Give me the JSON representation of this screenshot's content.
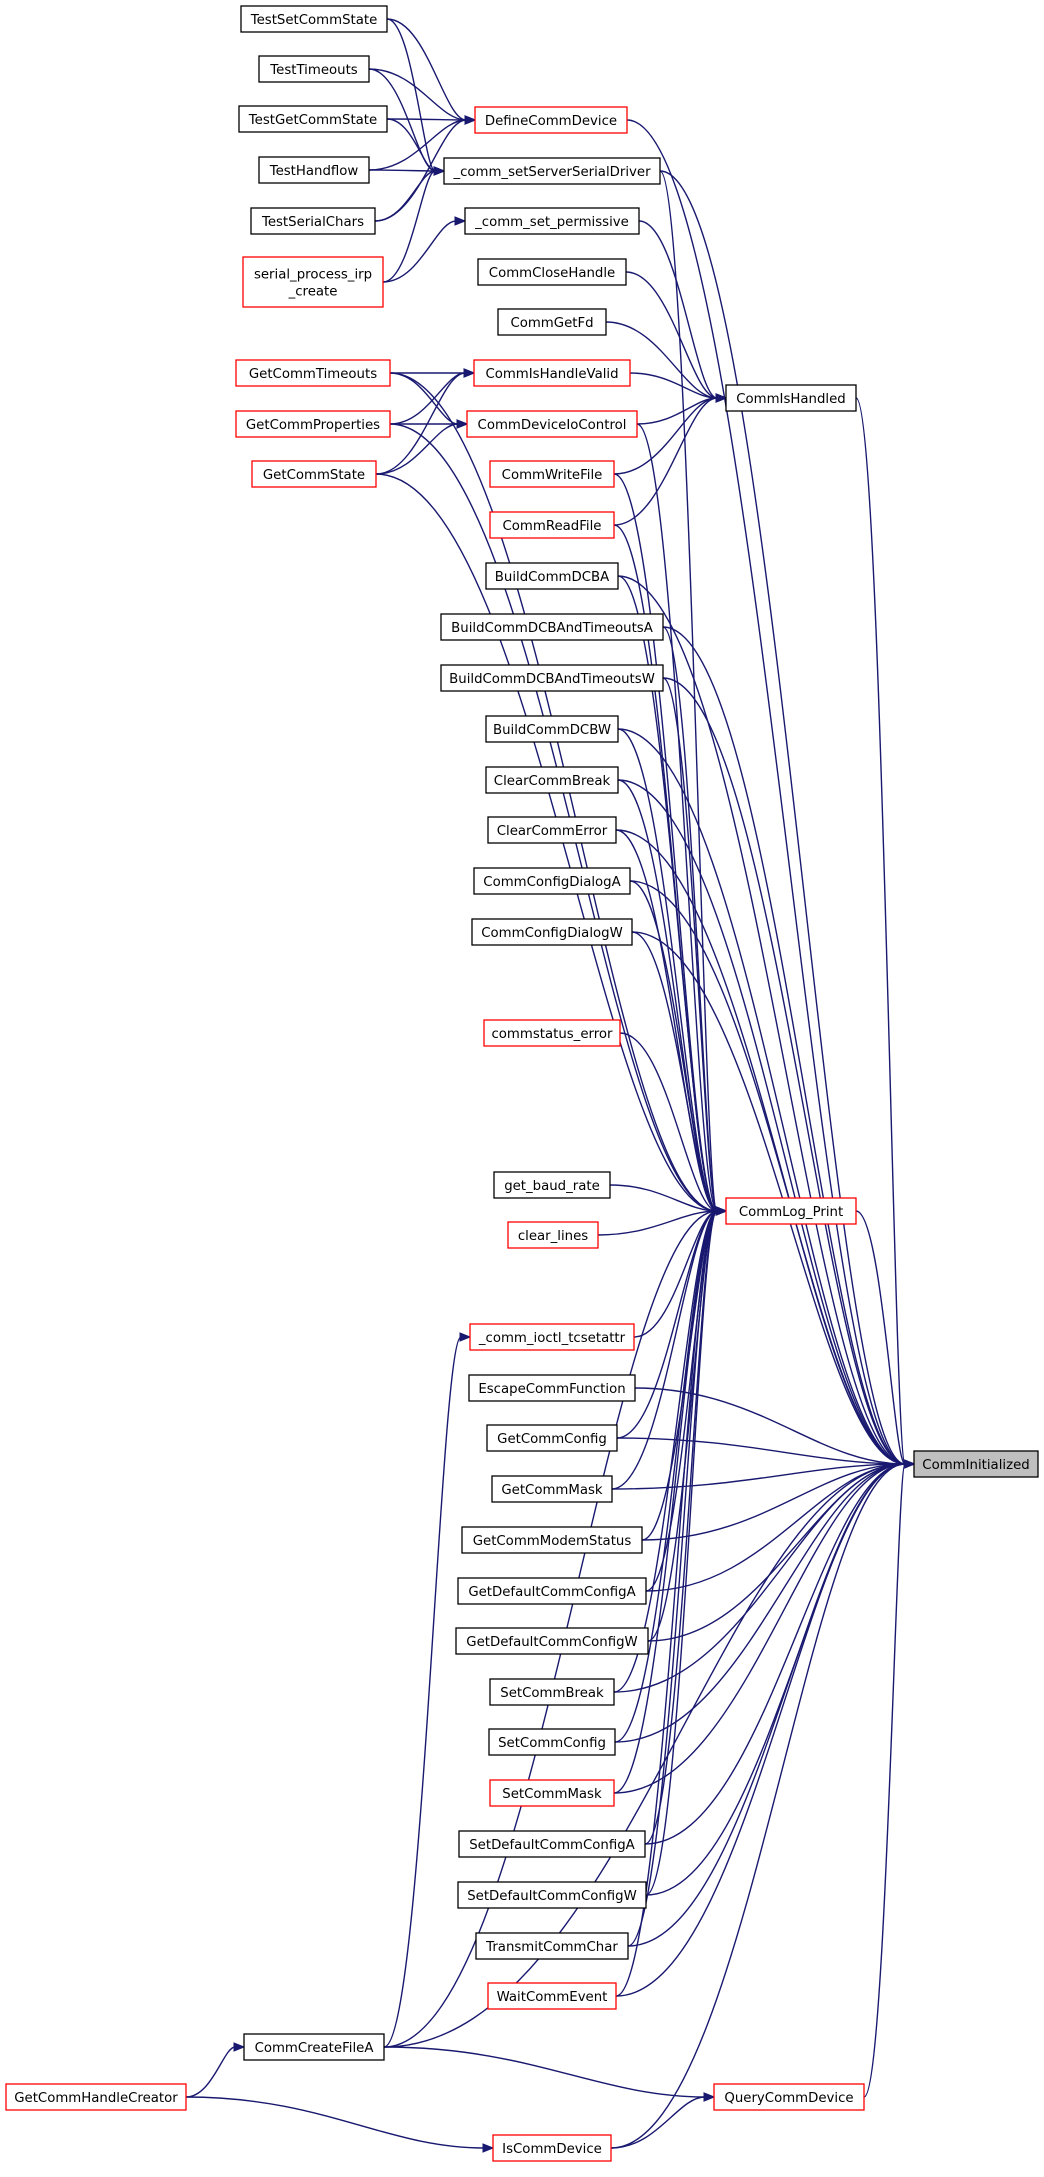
{
  "graph": {
    "colors": {
      "edge": "#191970",
      "border_default": "#000000",
      "border_truncated": "#ff0000",
      "fill_default": "#ffffff",
      "fill_focus": "#bfbfbf"
    },
    "nodes": [
      {
        "id": "TestSetCommState",
        "lines": [
          "TestSetCommState"
        ],
        "style": "black"
      },
      {
        "id": "TestTimeouts",
        "lines": [
          "TestTimeouts"
        ],
        "style": "black"
      },
      {
        "id": "TestGetCommState",
        "lines": [
          "TestGetCommState"
        ],
        "style": "black"
      },
      {
        "id": "TestHandflow",
        "lines": [
          "TestHandflow"
        ],
        "style": "black"
      },
      {
        "id": "TestSerialChars",
        "lines": [
          "TestSerialChars"
        ],
        "style": "black"
      },
      {
        "id": "serial_process_irp_create",
        "lines": [
          "serial_process_irp",
          "_create"
        ],
        "style": "red"
      },
      {
        "id": "DefineCommDevice",
        "lines": [
          "DefineCommDevice"
        ],
        "style": "red"
      },
      {
        "id": "_comm_setServerSerialDriver",
        "lines": [
          "_comm_setServerSerialDriver"
        ],
        "style": "black"
      },
      {
        "id": "_comm_set_permissive",
        "lines": [
          "_comm_set_permissive"
        ],
        "style": "black"
      },
      {
        "id": "CommCloseHandle",
        "lines": [
          "CommCloseHandle"
        ],
        "style": "black"
      },
      {
        "id": "CommGetFd",
        "lines": [
          "CommGetFd"
        ],
        "style": "black"
      },
      {
        "id": "GetCommTimeouts",
        "lines": [
          "GetCommTimeouts"
        ],
        "style": "red"
      },
      {
        "id": "GetCommProperties",
        "lines": [
          "GetCommProperties"
        ],
        "style": "red"
      },
      {
        "id": "GetCommState",
        "lines": [
          "GetCommState"
        ],
        "style": "red"
      },
      {
        "id": "CommIsHandleValid",
        "lines": [
          "CommIsHandleValid"
        ],
        "style": "red"
      },
      {
        "id": "CommDeviceIoControl",
        "lines": [
          "CommDeviceIoControl"
        ],
        "style": "red"
      },
      {
        "id": "CommWriteFile",
        "lines": [
          "CommWriteFile"
        ],
        "style": "red"
      },
      {
        "id": "CommReadFile",
        "lines": [
          "CommReadFile"
        ],
        "style": "red"
      },
      {
        "id": "CommIsHandled",
        "lines": [
          "CommIsHandled"
        ],
        "style": "black"
      },
      {
        "id": "BuildCommDCBA",
        "lines": [
          "BuildCommDCBA"
        ],
        "style": "black"
      },
      {
        "id": "BuildCommDCBAndTimeoutsA",
        "lines": [
          "BuildCommDCBAndTimeoutsA"
        ],
        "style": "black"
      },
      {
        "id": "BuildCommDCBAndTimeoutsW",
        "lines": [
          "BuildCommDCBAndTimeoutsW"
        ],
        "style": "black"
      },
      {
        "id": "BuildCommDCBW",
        "lines": [
          "BuildCommDCBW"
        ],
        "style": "black"
      },
      {
        "id": "ClearCommBreak",
        "lines": [
          "ClearCommBreak"
        ],
        "style": "black"
      },
      {
        "id": "ClearCommError",
        "lines": [
          "ClearCommError"
        ],
        "style": "black"
      },
      {
        "id": "CommConfigDialogA",
        "lines": [
          "CommConfigDialogA"
        ],
        "style": "black"
      },
      {
        "id": "CommConfigDialogW",
        "lines": [
          "CommConfigDialogW"
        ],
        "style": "black"
      },
      {
        "id": "commstatus_error",
        "lines": [
          "commstatus_error"
        ],
        "style": "red"
      },
      {
        "id": "get_baud_rate",
        "lines": [
          "get_baud_rate"
        ],
        "style": "black"
      },
      {
        "id": "clear_lines",
        "lines": [
          "clear_lines"
        ],
        "style": "red"
      },
      {
        "id": "CommLog_Print",
        "lines": [
          "CommLog_Print"
        ],
        "style": "red"
      },
      {
        "id": "_comm_ioctl_tcsetattr",
        "lines": [
          "_comm_ioctl_tcsetattr"
        ],
        "style": "red"
      },
      {
        "id": "EscapeCommFunction",
        "lines": [
          "EscapeCommFunction"
        ],
        "style": "black"
      },
      {
        "id": "GetCommConfig",
        "lines": [
          "GetCommConfig"
        ],
        "style": "black"
      },
      {
        "id": "GetCommMask",
        "lines": [
          "GetCommMask"
        ],
        "style": "black"
      },
      {
        "id": "GetCommModemStatus",
        "lines": [
          "GetCommModemStatus"
        ],
        "style": "black"
      },
      {
        "id": "GetDefaultCommConfigA",
        "lines": [
          "GetDefaultCommConfigA"
        ],
        "style": "black"
      },
      {
        "id": "GetDefaultCommConfigW",
        "lines": [
          "GetDefaultCommConfigW"
        ],
        "style": "black"
      },
      {
        "id": "SetCommBreak",
        "lines": [
          "SetCommBreak"
        ],
        "style": "black"
      },
      {
        "id": "SetCommConfig",
        "lines": [
          "SetCommConfig"
        ],
        "style": "black"
      },
      {
        "id": "SetCommMask",
        "lines": [
          "SetCommMask"
        ],
        "style": "red"
      },
      {
        "id": "SetDefaultCommConfigA",
        "lines": [
          "SetDefaultCommConfigA"
        ],
        "style": "black"
      },
      {
        "id": "SetDefaultCommConfigW",
        "lines": [
          "SetDefaultCommConfigW"
        ],
        "style": "black"
      },
      {
        "id": "TransmitCommChar",
        "lines": [
          "TransmitCommChar"
        ],
        "style": "black"
      },
      {
        "id": "WaitCommEvent",
        "lines": [
          "WaitCommEvent"
        ],
        "style": "red"
      },
      {
        "id": "CommCreateFileA",
        "lines": [
          "CommCreateFileA"
        ],
        "style": "black"
      },
      {
        "id": "GetCommHandleCreator",
        "lines": [
          "GetCommHandleCreator"
        ],
        "style": "red"
      },
      {
        "id": "QueryCommDevice",
        "lines": [
          "QueryCommDevice"
        ],
        "style": "red"
      },
      {
        "id": "IsCommDevice",
        "lines": [
          "IsCommDevice"
        ],
        "style": "red"
      },
      {
        "id": "CommInitialized",
        "lines": [
          "CommInitialized"
        ],
        "style": "focus"
      }
    ],
    "edges": [
      [
        "TestSetCommState",
        "DefineCommDevice"
      ],
      [
        "TestTimeouts",
        "DefineCommDevice"
      ],
      [
        "TestGetCommState",
        "DefineCommDevice"
      ],
      [
        "TestHandflow",
        "DefineCommDevice"
      ],
      [
        "TestSerialChars",
        "DefineCommDevice"
      ],
      [
        "TestSetCommState",
        "_comm_setServerSerialDriver"
      ],
      [
        "TestTimeouts",
        "_comm_setServerSerialDriver"
      ],
      [
        "TestGetCommState",
        "_comm_setServerSerialDriver"
      ],
      [
        "TestHandflow",
        "_comm_setServerSerialDriver"
      ],
      [
        "TestSerialChars",
        "_comm_setServerSerialDriver"
      ],
      [
        "serial_process_irp_create",
        "_comm_setServerSerialDriver"
      ],
      [
        "serial_process_irp_create",
        "_comm_set_permissive"
      ],
      [
        "GetCommTimeouts",
        "CommIsHandleValid"
      ],
      [
        "GetCommProperties",
        "CommIsHandleValid"
      ],
      [
        "GetCommState",
        "CommIsHandleValid"
      ],
      [
        "GetCommTimeouts",
        "CommDeviceIoControl"
      ],
      [
        "GetCommProperties",
        "CommDeviceIoControl"
      ],
      [
        "GetCommState",
        "CommDeviceIoControl"
      ],
      [
        "_comm_set_permissive",
        "CommIsHandled"
      ],
      [
        "CommCloseHandle",
        "CommIsHandled"
      ],
      [
        "CommGetFd",
        "CommIsHandled"
      ],
      [
        "CommIsHandleValid",
        "CommIsHandled"
      ],
      [
        "CommDeviceIoControl",
        "CommIsHandled"
      ],
      [
        "CommWriteFile",
        "CommIsHandled"
      ],
      [
        "CommReadFile",
        "CommIsHandled"
      ],
      [
        "_comm_setServerSerialDriver",
        "CommLog_Print"
      ],
      [
        "CommDeviceIoControl",
        "CommLog_Print"
      ],
      [
        "CommWriteFile",
        "CommLog_Print"
      ],
      [
        "CommReadFile",
        "CommLog_Print"
      ],
      [
        "BuildCommDCBA",
        "CommLog_Print"
      ],
      [
        "BuildCommDCBAndTimeoutsA",
        "CommLog_Print"
      ],
      [
        "BuildCommDCBAndTimeoutsW",
        "CommLog_Print"
      ],
      [
        "BuildCommDCBW",
        "CommLog_Print"
      ],
      [
        "ClearCommBreak",
        "CommLog_Print"
      ],
      [
        "ClearCommError",
        "CommLog_Print"
      ],
      [
        "CommConfigDialogA",
        "CommLog_Print"
      ],
      [
        "CommConfigDialogW",
        "CommLog_Print"
      ],
      [
        "commstatus_error",
        "CommLog_Print"
      ],
      [
        "GetCommTimeouts",
        "CommLog_Print"
      ],
      [
        "GetCommProperties",
        "CommLog_Print"
      ],
      [
        "GetCommState",
        "CommLog_Print"
      ],
      [
        "get_baud_rate",
        "CommLog_Print"
      ],
      [
        "clear_lines",
        "CommLog_Print"
      ],
      [
        "_comm_ioctl_tcsetattr",
        "CommLog_Print"
      ],
      [
        "CommCreateFileA",
        "CommLog_Print"
      ],
      [
        "GetCommConfig",
        "CommLog_Print"
      ],
      [
        "GetCommMask",
        "CommLog_Print"
      ],
      [
        "GetCommModemStatus",
        "CommLog_Print"
      ],
      [
        "GetDefaultCommConfigA",
        "CommLog_Print"
      ],
      [
        "GetDefaultCommConfigW",
        "CommLog_Print"
      ],
      [
        "SetCommBreak",
        "CommLog_Print"
      ],
      [
        "SetCommConfig",
        "CommLog_Print"
      ],
      [
        "SetCommMask",
        "CommLog_Print"
      ],
      [
        "SetDefaultCommConfigA",
        "CommLog_Print"
      ],
      [
        "SetDefaultCommConfigW",
        "CommLog_Print"
      ],
      [
        "TransmitCommChar",
        "CommLog_Print"
      ],
      [
        "WaitCommEvent",
        "CommLog_Print"
      ],
      [
        "CommCreateFileA",
        "_comm_ioctl_tcsetattr"
      ],
      [
        "GetCommHandleCreator",
        "CommCreateFileA"
      ],
      [
        "GetCommHandleCreator",
        "IsCommDevice"
      ],
      [
        "CommCreateFileA",
        "QueryCommDevice"
      ],
      [
        "IsCommDevice",
        "QueryCommDevice"
      ],
      [
        "DefineCommDevice",
        "CommInitialized"
      ],
      [
        "_comm_setServerSerialDriver",
        "CommInitialized"
      ],
      [
        "CommIsHandled",
        "CommInitialized"
      ],
      [
        "BuildCommDCBA",
        "CommInitialized"
      ],
      [
        "BuildCommDCBAndTimeoutsA",
        "CommInitialized"
      ],
      [
        "BuildCommDCBAndTimeoutsW",
        "CommInitialized"
      ],
      [
        "BuildCommDCBW",
        "CommInitialized"
      ],
      [
        "ClearCommBreak",
        "CommInitialized"
      ],
      [
        "ClearCommError",
        "CommInitialized"
      ],
      [
        "CommConfigDialogA",
        "CommInitialized"
      ],
      [
        "CommConfigDialogW",
        "CommInitialized"
      ],
      [
        "CommLog_Print",
        "CommInitialized"
      ],
      [
        "EscapeCommFunction",
        "CommInitialized"
      ],
      [
        "GetCommConfig",
        "CommInitialized"
      ],
      [
        "GetCommMask",
        "CommInitialized"
      ],
      [
        "GetCommModemStatus",
        "CommInitialized"
      ],
      [
        "GetDefaultCommConfigA",
        "CommInitialized"
      ],
      [
        "GetDefaultCommConfigW",
        "CommInitialized"
      ],
      [
        "SetCommBreak",
        "CommInitialized"
      ],
      [
        "SetCommConfig",
        "CommInitialized"
      ],
      [
        "SetCommMask",
        "CommInitialized"
      ],
      [
        "SetDefaultCommConfigA",
        "CommInitialized"
      ],
      [
        "SetDefaultCommConfigW",
        "CommInitialized"
      ],
      [
        "TransmitCommChar",
        "CommInitialized"
      ],
      [
        "WaitCommEvent",
        "CommInitialized"
      ],
      [
        "CommCreateFileA",
        "CommInitialized"
      ],
      [
        "QueryCommDevice",
        "CommInitialized"
      ],
      [
        "IsCommDevice",
        "CommInitialized"
      ]
    ]
  }
}
